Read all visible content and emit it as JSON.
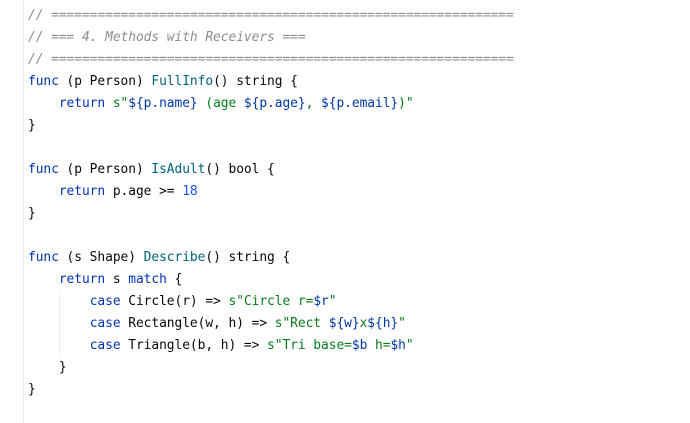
{
  "editor": {
    "language": "scala-like",
    "colors": {
      "background": "#ffffff",
      "comment": "#8c8c8c",
      "keyword": "#0033b3",
      "function": "#00627a",
      "string": "#067d17",
      "number": "#1750eb",
      "interpolation": "#0037a6",
      "text": "#080808"
    },
    "lines": [
      {
        "tokens": [
          {
            "t": "cm",
            "v": "// ============================================================"
          }
        ]
      },
      {
        "tokens": [
          {
            "t": "cm",
            "v": "// === 4. Methods with Receivers ==="
          }
        ]
      },
      {
        "tokens": [
          {
            "t": "cm",
            "v": "// ============================================================"
          }
        ]
      },
      {
        "tokens": [
          {
            "t": "kw",
            "v": "func"
          },
          {
            "t": "plain",
            "v": " (p Person) "
          },
          {
            "t": "fn",
            "v": "FullInfo"
          },
          {
            "t": "plain",
            "v": "() string {"
          }
        ]
      },
      {
        "tokens": [
          {
            "t": "plain",
            "v": "    "
          },
          {
            "t": "kw",
            "v": "return"
          },
          {
            "t": "plain",
            "v": " "
          },
          {
            "t": "str",
            "v": "s\""
          },
          {
            "t": "interp",
            "v": "${p.name}"
          },
          {
            "t": "str",
            "v": " (age "
          },
          {
            "t": "interp",
            "v": "${p.age}"
          },
          {
            "t": "str",
            "v": ", "
          },
          {
            "t": "interp",
            "v": "${p.email}"
          },
          {
            "t": "str",
            "v": ")\""
          }
        ]
      },
      {
        "tokens": [
          {
            "t": "plain",
            "v": "}"
          }
        ]
      },
      {
        "tokens": []
      },
      {
        "tokens": [
          {
            "t": "kw",
            "v": "func"
          },
          {
            "t": "plain",
            "v": " (p Person) "
          },
          {
            "t": "fn",
            "v": "IsAdult"
          },
          {
            "t": "plain",
            "v": "() bool {"
          }
        ]
      },
      {
        "tokens": [
          {
            "t": "plain",
            "v": "    "
          },
          {
            "t": "kw",
            "v": "return"
          },
          {
            "t": "plain",
            "v": " p.age >= "
          },
          {
            "t": "num",
            "v": "18"
          }
        ]
      },
      {
        "tokens": [
          {
            "t": "plain",
            "v": "}"
          }
        ]
      },
      {
        "tokens": []
      },
      {
        "tokens": [
          {
            "t": "kw",
            "v": "func"
          },
          {
            "t": "plain",
            "v": " (s Shape) "
          },
          {
            "t": "fn",
            "v": "Describe"
          },
          {
            "t": "plain",
            "v": "() string {"
          }
        ]
      },
      {
        "tokens": [
          {
            "t": "plain",
            "v": "    "
          },
          {
            "t": "kw",
            "v": "return"
          },
          {
            "t": "plain",
            "v": " s "
          },
          {
            "t": "kw",
            "v": "match"
          },
          {
            "t": "plain",
            "v": " {"
          }
        ]
      },
      {
        "tokens": [
          {
            "t": "plain",
            "v": "        "
          },
          {
            "t": "kw",
            "v": "case"
          },
          {
            "t": "plain",
            "v": " Circle(r) => "
          },
          {
            "t": "str",
            "v": "s\"Circle r="
          },
          {
            "t": "interp",
            "v": "$r"
          },
          {
            "t": "str",
            "v": "\""
          }
        ]
      },
      {
        "tokens": [
          {
            "t": "plain",
            "v": "        "
          },
          {
            "t": "kw",
            "v": "case"
          },
          {
            "t": "plain",
            "v": " Rectangle(w, h) => "
          },
          {
            "t": "str",
            "v": "s\"Rect "
          },
          {
            "t": "interp",
            "v": "${w}"
          },
          {
            "t": "str",
            "v": "x"
          },
          {
            "t": "interp",
            "v": "${h}"
          },
          {
            "t": "str",
            "v": "\""
          }
        ]
      },
      {
        "tokens": [
          {
            "t": "plain",
            "v": "        "
          },
          {
            "t": "kw",
            "v": "case"
          },
          {
            "t": "plain",
            "v": " Triangle(b, h) => "
          },
          {
            "t": "str",
            "v": "s\"Tri base="
          },
          {
            "t": "interp",
            "v": "$b"
          },
          {
            "t": "str",
            "v": " h="
          },
          {
            "t": "interp",
            "v": "$h"
          },
          {
            "t": "str",
            "v": "\""
          }
        ]
      },
      {
        "tokens": [
          {
            "t": "plain",
            "v": "    }"
          }
        ]
      },
      {
        "tokens": [
          {
            "t": "plain",
            "v": "}"
          }
        ]
      }
    ]
  }
}
